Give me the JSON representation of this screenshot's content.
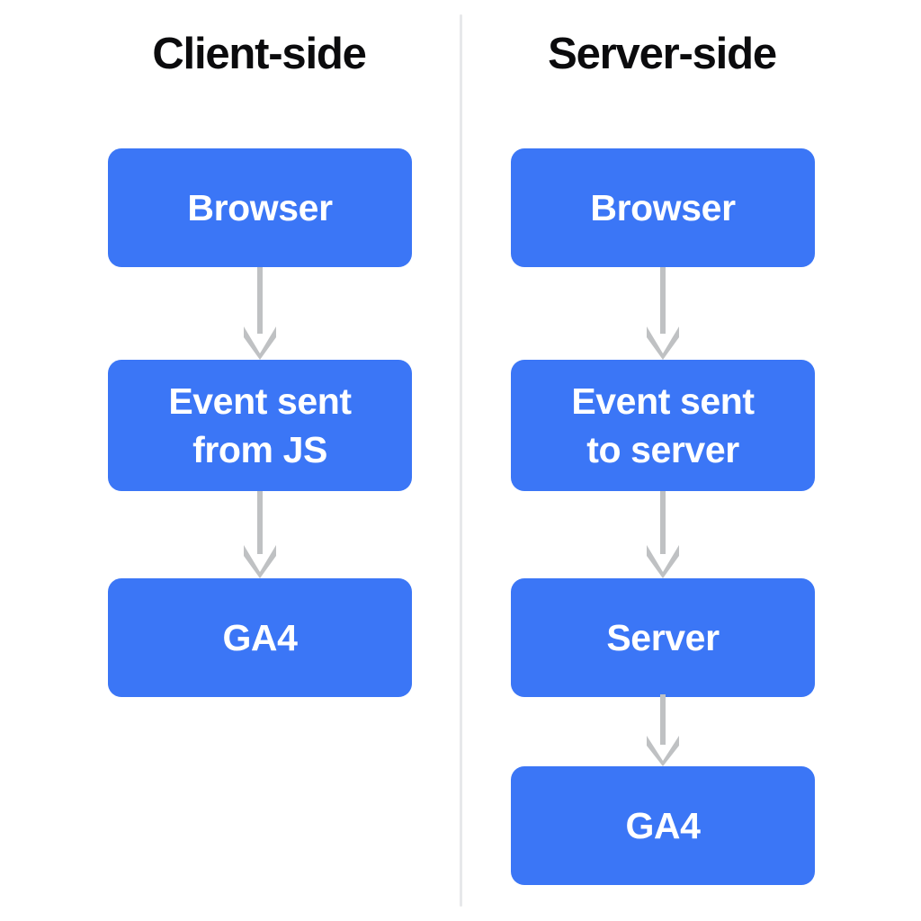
{
  "diagram": {
    "title_not_shown": null,
    "colors": {
      "node_fill": "#3b76f6",
      "node_text": "#ffffff",
      "arrow": "#bfc1c3",
      "divider": "#e7e8ea",
      "heading": "#0b0b0d",
      "background": "#ffffff"
    },
    "columns": [
      {
        "id": "client-side",
        "title": "Client-side",
        "nodes": [
          {
            "id": "browser",
            "label": "Browser"
          },
          {
            "id": "event-sent-js",
            "label": "Event sent\nfrom JS"
          },
          {
            "id": "ga4",
            "label": "GA4"
          }
        ],
        "arrows": [
          {
            "from": "browser",
            "to": "event-sent-js",
            "icon": "arrow-down-icon"
          },
          {
            "from": "event-sent-js",
            "to": "ga4",
            "icon": "arrow-down-icon"
          }
        ]
      },
      {
        "id": "server-side",
        "title": "Server-side",
        "nodes": [
          {
            "id": "browser",
            "label": "Browser"
          },
          {
            "id": "event-sent-server",
            "label": "Event sent\nto server"
          },
          {
            "id": "server",
            "label": "Server"
          },
          {
            "id": "ga4",
            "label": "GA4"
          }
        ],
        "arrows": [
          {
            "from": "browser",
            "to": "event-sent-server",
            "icon": "arrow-down-icon"
          },
          {
            "from": "event-sent-server",
            "to": "server",
            "icon": "arrow-down-icon"
          },
          {
            "from": "server",
            "to": "ga4",
            "icon": "arrow-down-icon"
          }
        ]
      }
    ]
  }
}
